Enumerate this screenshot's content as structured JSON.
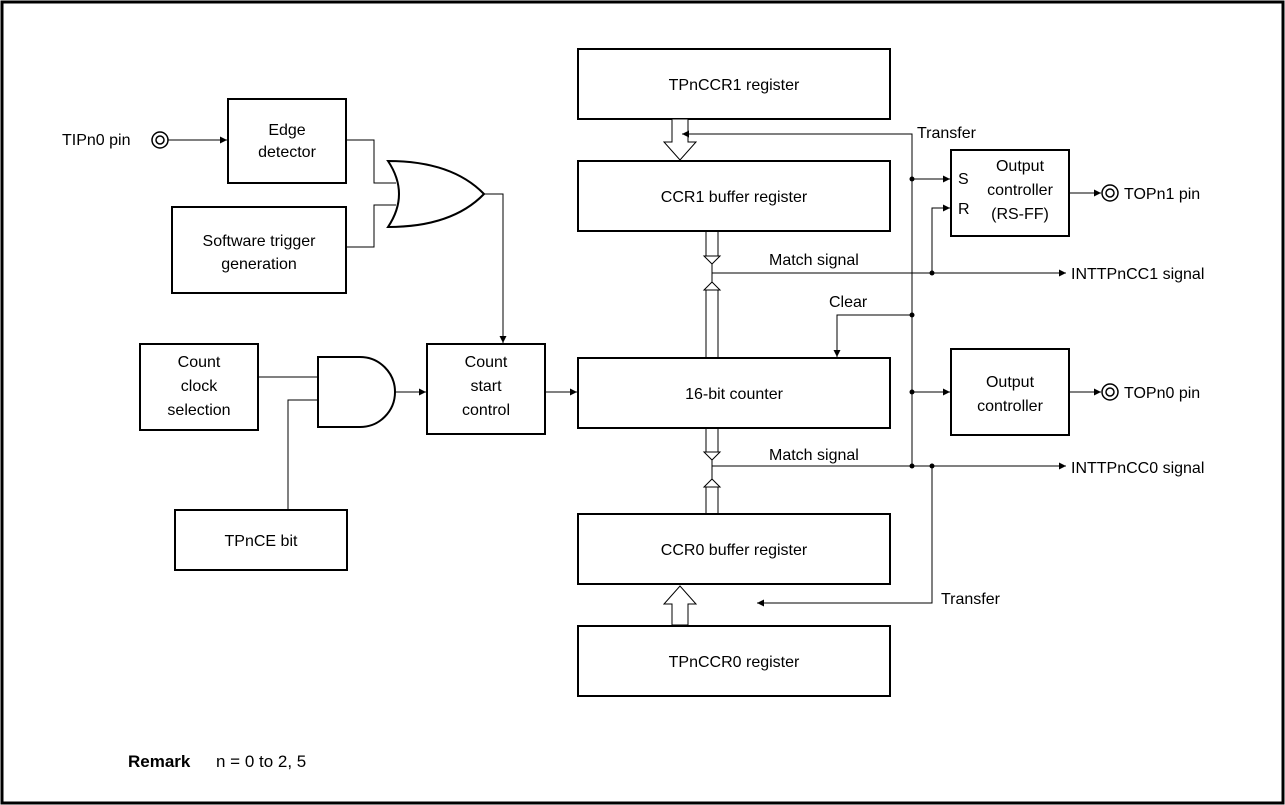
{
  "blocks": {
    "edge_detector": [
      "Edge",
      "detector"
    ],
    "software_trigger": [
      "Software trigger",
      "generation"
    ],
    "count_clock_selection": [
      "Count",
      "clock",
      "selection"
    ],
    "tpnce_bit": "TPnCE bit",
    "count_start_control": [
      "Count",
      "start",
      "control"
    ],
    "tpnccr1_register": "TPnCCR1 register",
    "ccr1_buffer_register": "CCR1 buffer register",
    "counter_16bit": "16-bit counter",
    "ccr0_buffer_register": "CCR0 buffer register",
    "tpnccr0_register": "TPnCCR0 register",
    "output_controller_rsff": [
      "Output",
      "controller",
      "(RS-FF)"
    ],
    "output_controller": [
      "Output",
      "controller"
    ]
  },
  "ports": {
    "s": "S",
    "r": "R"
  },
  "pins": {
    "tipn0": "TIPn0 pin",
    "topn1": "TOPn1 pin",
    "topn0": "TOPn0 pin"
  },
  "signals": {
    "transfer_top": "Transfer",
    "match_top": "Match signal",
    "clear": "Clear",
    "match_bottom": "Match signal",
    "transfer_bottom": "Transfer",
    "inttpncc1": "INTTPnCC1 signal",
    "inttpncc0": "INTTPnCC0 signal"
  },
  "remark": {
    "label": "Remark",
    "text": "n = 0 to 2, 5"
  }
}
